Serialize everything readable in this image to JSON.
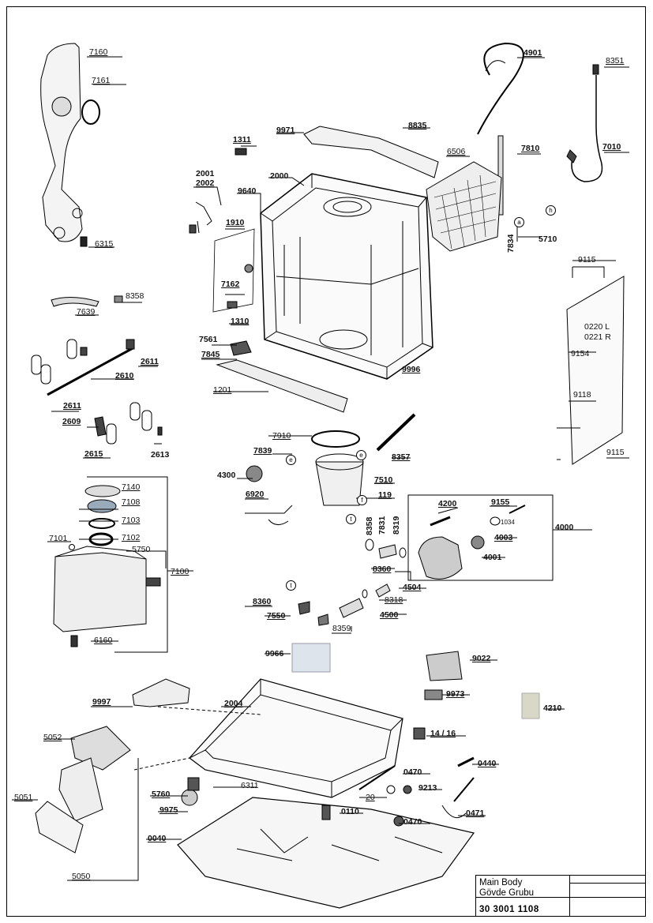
{
  "title_block": {
    "line1": "Main Body",
    "line2": "Gövde Grubu",
    "code": "30 3001 1108"
  },
  "side_text": {
    "variant_l": "0220 L",
    "variant_r": "0221 R"
  },
  "callouts": {
    "n7160": "7160",
    "n7161": "7161",
    "n6315": "6315",
    "n4901": "4901",
    "n8351": "8351",
    "n1311": "1311",
    "n9971": "9971",
    "n8835": "8835",
    "n6506": "6506",
    "n7810": "7810",
    "n7010": "7010",
    "n2001": "2001",
    "n2002": "2002",
    "n2000": "2000",
    "n9640": "9640",
    "n1910": "1910",
    "n7162": "7162",
    "n1310": "1310",
    "n7834": "7834",
    "n5710": "5710",
    "n9115a": "9115",
    "n7639": "7639",
    "n8358a": "8358",
    "n7561": "7561",
    "n7845": "7845",
    "n9154": "9154",
    "n2611a": "2611",
    "n2610": "2610",
    "n9996": "9996",
    "n1201": "1201",
    "n9118": "9118",
    "n2611b": "2611",
    "n2609": "2609",
    "n2615": "2615",
    "n2613": "2613",
    "n7910": "7910",
    "n7839": "7839",
    "n8357": "8357",
    "n9115b": "9115",
    "n4300": "4300",
    "n7510": "7510",
    "n7140": "7140",
    "n7108": "7108",
    "n6920": "6920",
    "n119": "119",
    "n4200": "4200",
    "n9155": "9155",
    "n7103": "7103",
    "n1034": "1034",
    "n4000": "4000",
    "n8358b": "8358",
    "n7831": "7831",
    "n8319": "8319",
    "n7101": "7101",
    "n7102": "7102",
    "n4003": "4003",
    "n5750": "5750",
    "n4001": "4001",
    "n7100": "7100",
    "n8360a": "8360",
    "n4504": "4504",
    "n8318": "8318",
    "n8360b": "8360",
    "n7550": "7550",
    "n4500": "4500",
    "n8359": "8359",
    "n6160": "6160",
    "n9966": "9966",
    "n9022": "9022",
    "n9973": "9973",
    "n9997": "9997",
    "n2004": "2004",
    "n4210": "4210",
    "n5052": "5052",
    "n1416": "14 / 16",
    "n0470a": "0470",
    "n0440": "0440",
    "n6311": "6311",
    "n9213": "9213",
    "n5760": "5760",
    "n5051": "5051",
    "n20": "20",
    "n9975": "9975",
    "n0110": "0110",
    "n0471": "0471",
    "n0470b": "0470",
    "n0040": "0040",
    "n5050": "5050"
  },
  "markers": {
    "a": "a",
    "h": "h",
    "e1": "e",
    "e2": "e",
    "f": "f",
    "t1": "t",
    "t2": "t"
  }
}
